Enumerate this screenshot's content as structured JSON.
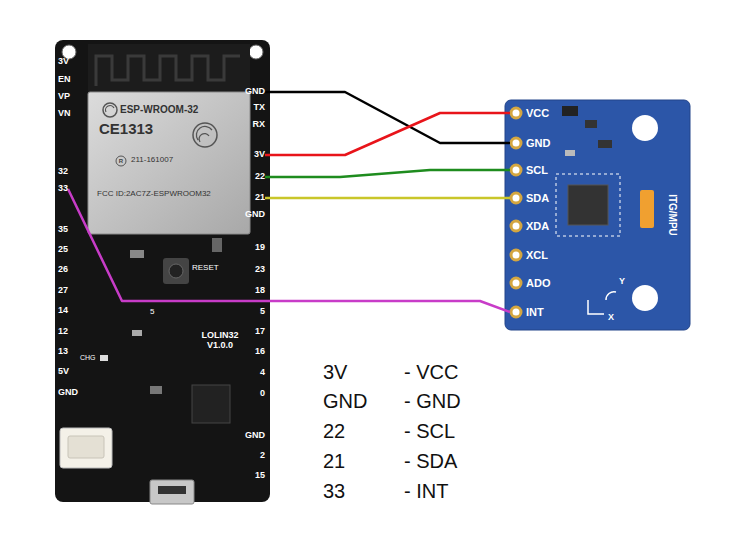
{
  "diagram": {
    "nodes": [
      {
        "text": [
          "LOLIN32 V1.0.0"
        ]
      },
      {
        "text": [
          "ESP-WROOM-32",
          "CE1313",
          "211-161007",
          "FCC ID:2AC7Z-ESPWROOM32"
        ],
        "in": 0
      },
      {
        "text": [
          "GND"
        ],
        "in": 0
      },
      {
        "text": [
          "3V"
        ],
        "in": 0
      },
      {
        "text": [
          "22"
        ],
        "in": 0
      },
      {
        "text": [
          "21"
        ],
        "in": 0
      },
      {
        "text": [
          "33"
        ],
        "in": 0
      },
      {
        "text": [
          "ITG/MPU"
        ]
      },
      {
        "text": [
          "VCC"
        ],
        "in": 7
      },
      {
        "text": [
          "GND"
        ],
        "in": 7
      },
      {
        "text": [
          "SCL"
        ],
        "in": 7
      },
      {
        "text": [
          "SDA"
        ],
        "in": 7
      },
      {
        "text": [
          "INT"
        ],
        "in": 7
      }
    ],
    "edges": [
      {
        "from": 2,
        "to": 9,
        "arrow": "none"
      },
      {
        "from": 3,
        "to": 8,
        "arrow": "none"
      },
      {
        "from": 4,
        "to": 10,
        "arrow": "none"
      },
      {
        "from": 5,
        "to": 11,
        "arrow": "none"
      },
      {
        "from": 6,
        "to": 12,
        "arrow": "none"
      }
    ],
    "labels": [
      "3V",
      "EN",
      "VP",
      "VN",
      "32",
      "35",
      "25",
      "26",
      "27",
      "14",
      "12",
      "13",
      "5V",
      "GND",
      "TX",
      "RX",
      "GND",
      "19",
      "23",
      "18",
      "5",
      "17",
      "16",
      "4",
      "0",
      "GND",
      "2",
      "15",
      "RESET",
      "CHG",
      "5",
      "R",
      "XDA",
      "XCL",
      "ADO",
      "Y",
      "X",
      "3V",
      "- VCC",
      "GND",
      "- GND",
      "22",
      "- SCL",
      "21",
      "- SDA",
      "33",
      "- INT"
    ]
  }
}
